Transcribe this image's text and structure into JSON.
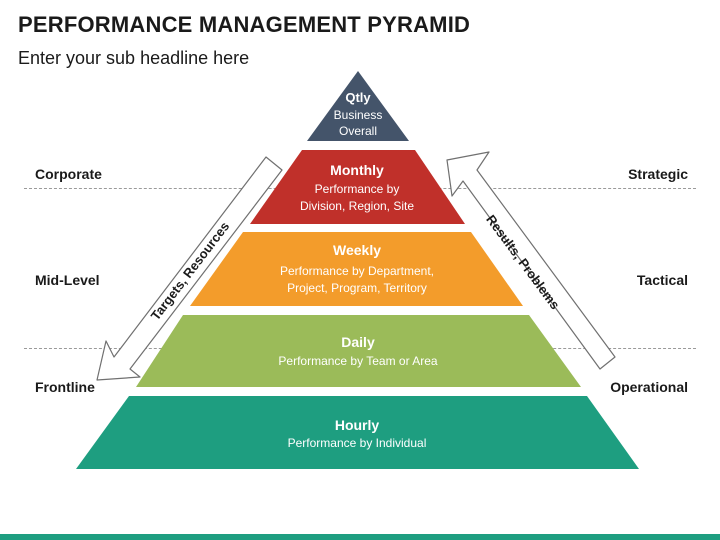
{
  "header": {
    "title": "PERFORMANCE MANAGEMENT PYRAMID",
    "subtitle": "Enter your sub headline here"
  },
  "levels_left": [
    "Corporate",
    "Mid-Level",
    "Frontline"
  ],
  "levels_right": [
    "Strategic",
    "Tactical",
    "Operational"
  ],
  "arrows": {
    "down_label": "Targets, Resources",
    "up_label": "Results, Problems"
  },
  "pyramid": [
    {
      "title": "Qtly",
      "desc": [
        "Business",
        "Overall"
      ],
      "color": "#44546a"
    },
    {
      "title": "Monthly",
      "desc": [
        "Performance by",
        "Division, Region, Site"
      ],
      "color": "#c0302a"
    },
    {
      "title": "Weekly",
      "desc": [
        "Performance by Department,",
        "Project, Program, Territory"
      ],
      "color": "#f39c2b"
    },
    {
      "title": "Daily",
      "desc": [
        "Performance by Team or Area"
      ],
      "color": "#9bbb59"
    },
    {
      "title": "Hourly",
      "desc": [
        "Performance by Individual"
      ],
      "color": "#1e9e80"
    }
  ]
}
